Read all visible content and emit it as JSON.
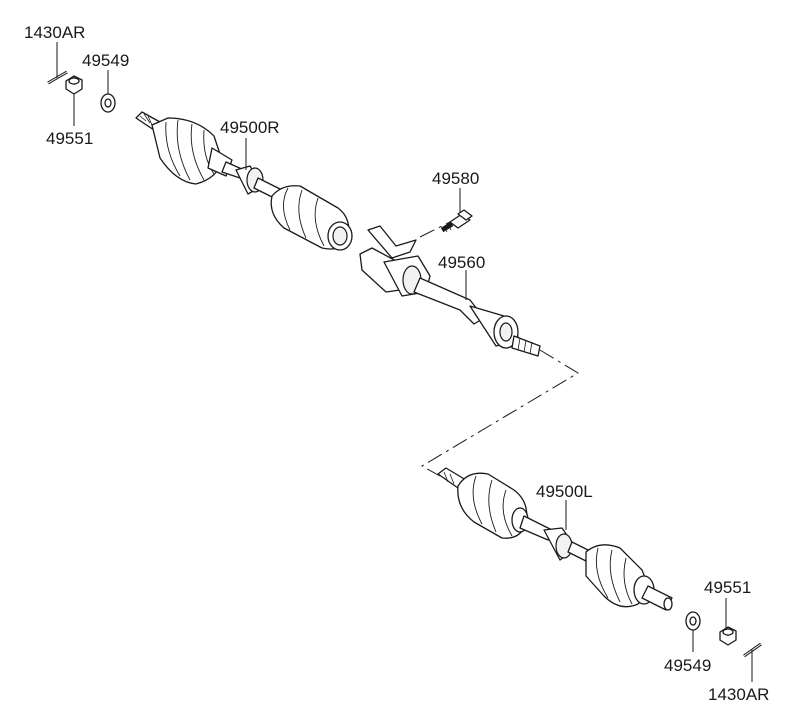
{
  "parts": {
    "cotter_pin_top": "1430AR",
    "washer_top": "49549",
    "nut_top": "49551",
    "axle_right": "49500R",
    "bolt": "49580",
    "intermediate_shaft": "49560",
    "axle_left": "49500L",
    "nut_bottom": "49551",
    "washer_bottom": "49549",
    "cotter_pin_bottom": "1430AR"
  }
}
